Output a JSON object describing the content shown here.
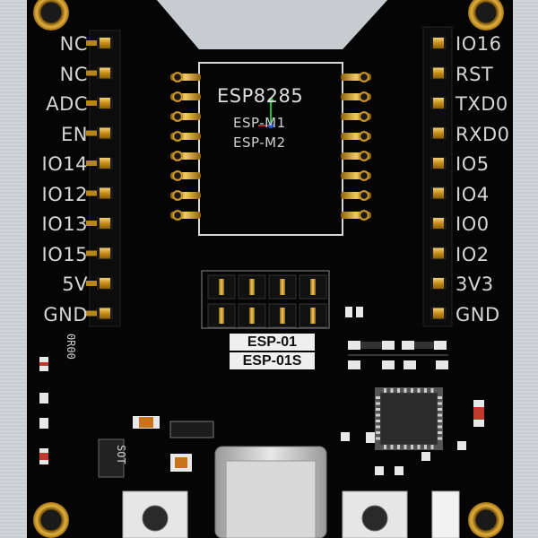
{
  "board": {
    "left_pins": [
      "NC",
      "NC",
      "ADC",
      "EN",
      "IO14",
      "IO12",
      "IO13",
      "IO15",
      "5V",
      "GND"
    ],
    "right_pins": [
      "IO16",
      "RST",
      "TXD0",
      "RXD0",
      "IO5",
      "IO4",
      "IO0",
      "IO2",
      "3V3",
      "GND"
    ],
    "chip_title": "ESP8285",
    "chip_sub_1": "ESP-M1",
    "chip_sub_2": "ESP-M2",
    "header_label_1": "ESP-01",
    "header_label_2": "ESP-01S",
    "tiny_text_1": "0R00",
    "tiny_text_2": "SOT",
    "colors": {
      "pcb": "#050505",
      "silkscreen": "#d6d6d6",
      "gold": "#d9a520",
      "background": "#c9cfd3"
    }
  }
}
